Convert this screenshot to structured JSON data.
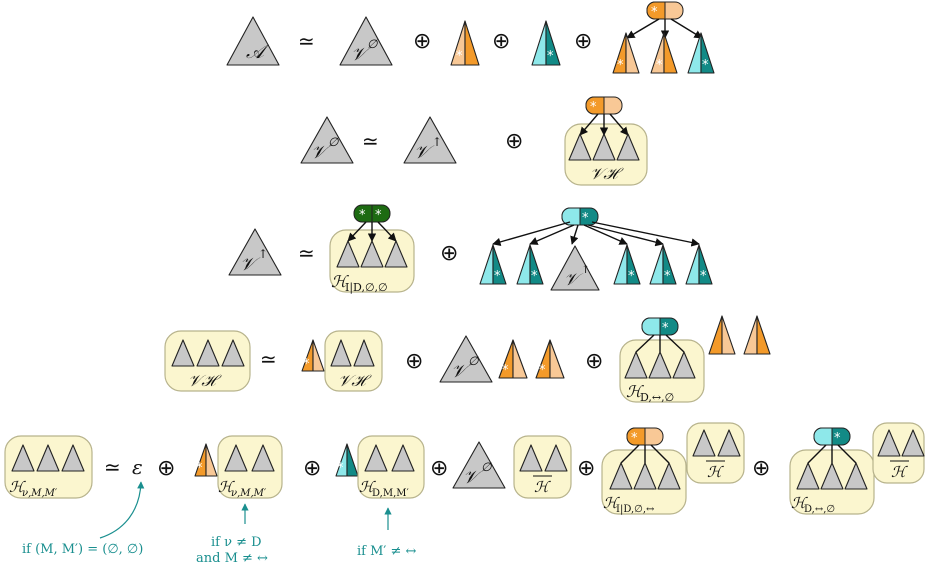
{
  "symbols": {
    "A": "𝒜",
    "V_empty": "𝒱",
    "V_empty_sup": "∅",
    "V_up": "𝒱",
    "V_up_sup": "↑",
    "VH": "𝒱ℋ",
    "H_bar": "ℋ",
    "epsilon": "ε",
    "star": "*"
  },
  "operators": {
    "iso": "≃",
    "plus": "⊕"
  },
  "labels": {
    "H_I_D_empty_empty": "ℋ",
    "H_I_D_empty_empty_sub": "I|D,∅,∅",
    "H_D_lr_empty": "ℋ",
    "H_D_lr_empty_sub": "D,↔,∅",
    "H_nu_M_M": "ℋ",
    "H_nu_M_M_sub": "ν,M,M′",
    "H_D_M_M": "ℋ",
    "H_D_M_M_sub": "D,M,M′",
    "H_I_D_empty_lr": "ℋ",
    "H_I_D_empty_lr_sub": "I|D,∅,↔"
  },
  "annotations": {
    "cond1": "if (M, M′) = (∅, ∅)",
    "cond2_line1": "if ν ≠ D",
    "cond2_line2": "and M ≠ ↔",
    "cond3": "if M′ ≠ ↔"
  },
  "colors": {
    "orange": "#f39a2a",
    "orange_light": "#f8c896",
    "teal_dark": "#128a86",
    "teal_light": "#8ee8ea",
    "green_dark": "#1d6b12",
    "grey": "#c8c8c8",
    "box_fill": "#fbf6cf",
    "annotation": "#1a8f8f"
  }
}
